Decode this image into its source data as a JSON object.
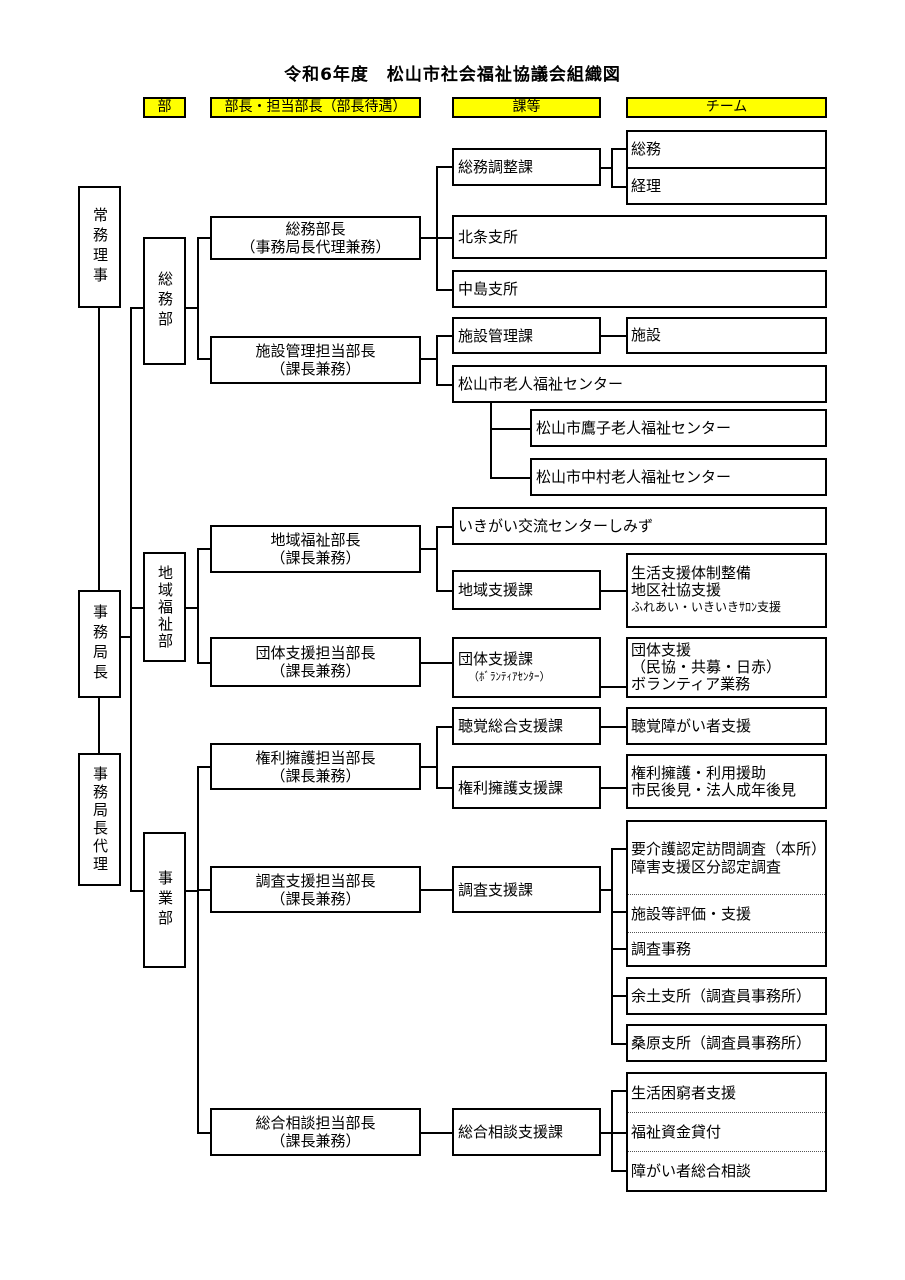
{
  "title": "令和6年度　松山市社会福祉協議会組織図",
  "headers": {
    "department": "部",
    "director": "部長・担当部長（部長待遇）",
    "section": "課等",
    "team": "チーム"
  },
  "executives": {
    "managing_director": "常務理事",
    "secretary_general": "事務局長",
    "deputy_secretary_general": "事務局長代理"
  },
  "departments": {
    "general_affairs": "総務部",
    "community_welfare": "地域福祉部",
    "operations": "事業部"
  },
  "directors": {
    "general_affairs": [
      "総務部長",
      "（事務局長代理兼務）"
    ],
    "facility_management": [
      "施設管理担当部長",
      "（課長兼務）"
    ],
    "community_welfare": [
      "地域福祉部長",
      "（課長兼務）"
    ],
    "group_support": [
      "団体支援担当部長",
      "（課長兼務）"
    ],
    "rights_advocacy": [
      "権利擁護担当部長",
      "（課長兼務）"
    ],
    "survey_support": [
      "調査支援担当部長",
      "（課長兼務）"
    ],
    "general_consultation": [
      "総合相談担当部長",
      "（課長兼務）"
    ]
  },
  "sections": {
    "general_coordination": "総務調整課",
    "hojo_branch": "北条支所",
    "nakajima_branch": "中島支所",
    "facility_management": "施設管理課",
    "elderly_center": "松山市老人福祉センター",
    "takanoko_center": "松山市鷹子老人福祉センター",
    "nakamura_center": "松山市中村老人福祉センター",
    "ikigai_center": "いきがい交流センターしみず",
    "community_support": "地域支援課",
    "group_support": [
      "団体支援課",
      "（ﾎﾞﾗﾝﾃｨｱｾﾝﾀｰ）"
    ],
    "hearing_support": "聴覚総合支援課",
    "rights_advocacy": "権利擁護支援課",
    "survey_support": "調査支援課",
    "general_consultation": "総合相談支援課"
  },
  "teams": {
    "general_affairs": "総務",
    "accounting": "経理",
    "facilities": "施設",
    "community_support": [
      "生活支援体制整備",
      "地区社協支援",
      "ふれあい・いきいきｻﾛﾝ支援"
    ],
    "group_support": [
      "団体支援",
      "（民協・共募・日赤）",
      "ボランティア業務"
    ],
    "hearing_disability": "聴覚障がい者支援",
    "rights_advocacy": [
      "権利擁護・利用援助",
      "市民後見・法人成年後見"
    ],
    "care_survey": [
      "要介護認定訪問調査（本所）",
      "障害支援区分認定調査"
    ],
    "facility_evaluation": "施設等評価・支援",
    "survey_admin": "調査事務",
    "yodo_branch": "余土支所（調査員事務所）",
    "kuwabara_branch": "桑原支所（調査員事務所）",
    "poverty_support": "生活困窮者支援",
    "welfare_loans": "福祉資金貸付",
    "disability_consultation": "障がい者総合相談"
  }
}
